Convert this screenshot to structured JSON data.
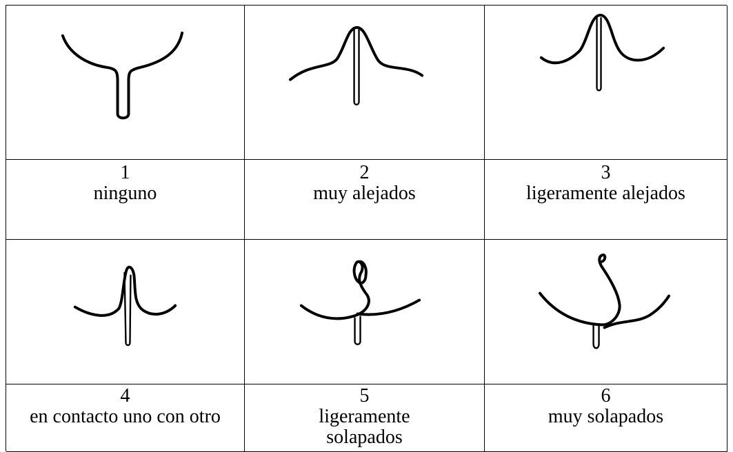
{
  "cells": [
    {
      "number": "1",
      "label": "ninguno"
    },
    {
      "number": "2",
      "label": "muy alejados"
    },
    {
      "number": "3",
      "label": "ligeramente alejados"
    },
    {
      "number": "4",
      "label": "en contacto uno con otro"
    },
    {
      "number": "5",
      "label": "ligeramente solapados"
    },
    {
      "number": "6",
      "label": "muy solapados"
    }
  ]
}
